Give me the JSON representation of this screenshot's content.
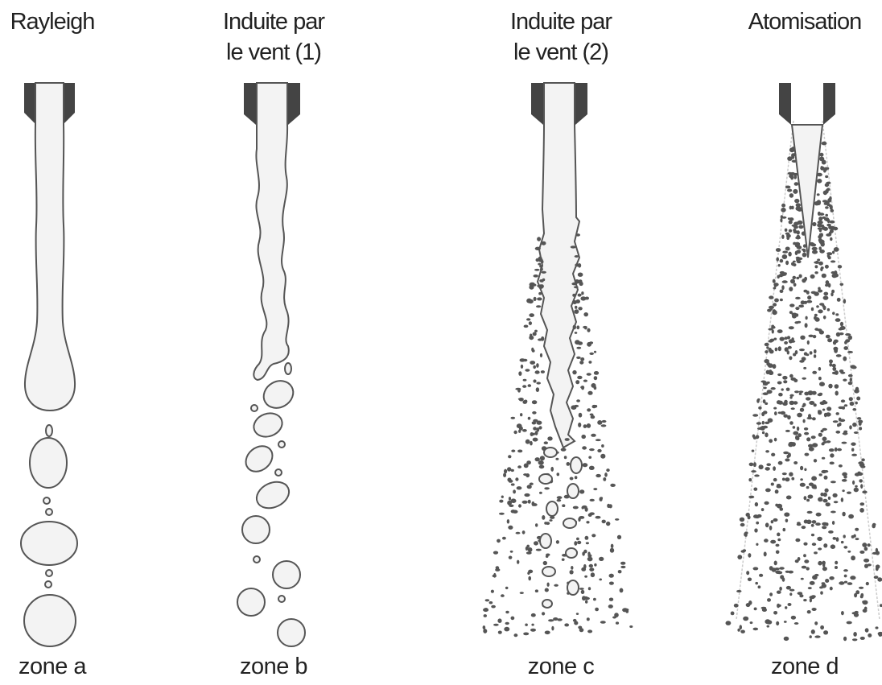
{
  "panels": [
    {
      "title": "Rayleigh",
      "zone": "zone a"
    },
    {
      "title": "Induite par\nle vent (1)",
      "zone": "zone b"
    },
    {
      "title": "Induite par\nle vent (2)",
      "zone": "zone c"
    },
    {
      "title": "Atomisation",
      "zone": "zone d"
    }
  ],
  "colors": {
    "nozzle": "#444444",
    "liquid_fill": "#f3f3f3",
    "outline": "#555555",
    "droplet": "#555555",
    "cone_edge": "#cccccc"
  }
}
